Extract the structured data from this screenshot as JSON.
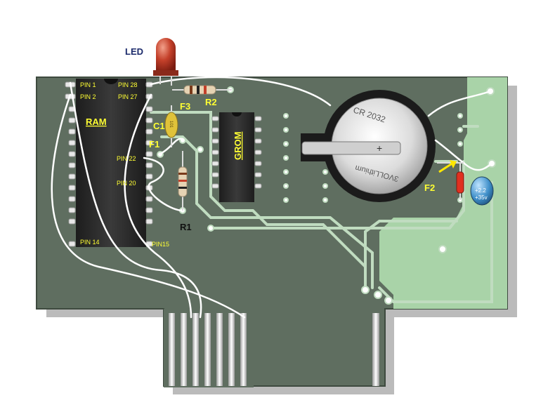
{
  "labels": {
    "led": "LED",
    "ram": "RAM",
    "grom": "GROM",
    "r1": "R1",
    "r2": "R2",
    "c1": "C1",
    "f1": "F1",
    "f2": "F2",
    "f3": "F3",
    "cap_small": "101"
  },
  "pins": {
    "pin1": "PIN 1",
    "pin2": "PIN 2",
    "pin28": "PIN 28",
    "pin27": "PIN 27",
    "pin22": "PIN 22",
    "pin20": "PIN 20",
    "pin14": "PIN 14",
    "pin15": "PIN15"
  },
  "battery": {
    "model": "CR 2032",
    "brand": "3VOLLithium",
    "polarity": "+"
  },
  "capacitor": {
    "value": "+2.2",
    "voltage": "+35v"
  },
  "colors": {
    "board": "#5f6e60",
    "board_light": "#a9d3a8",
    "trace": "#c0dcc0",
    "chip": "#2b2b2b",
    "yellow_label": "#f2e600",
    "led_red": "#c4402a",
    "wire": "#ffffff"
  }
}
